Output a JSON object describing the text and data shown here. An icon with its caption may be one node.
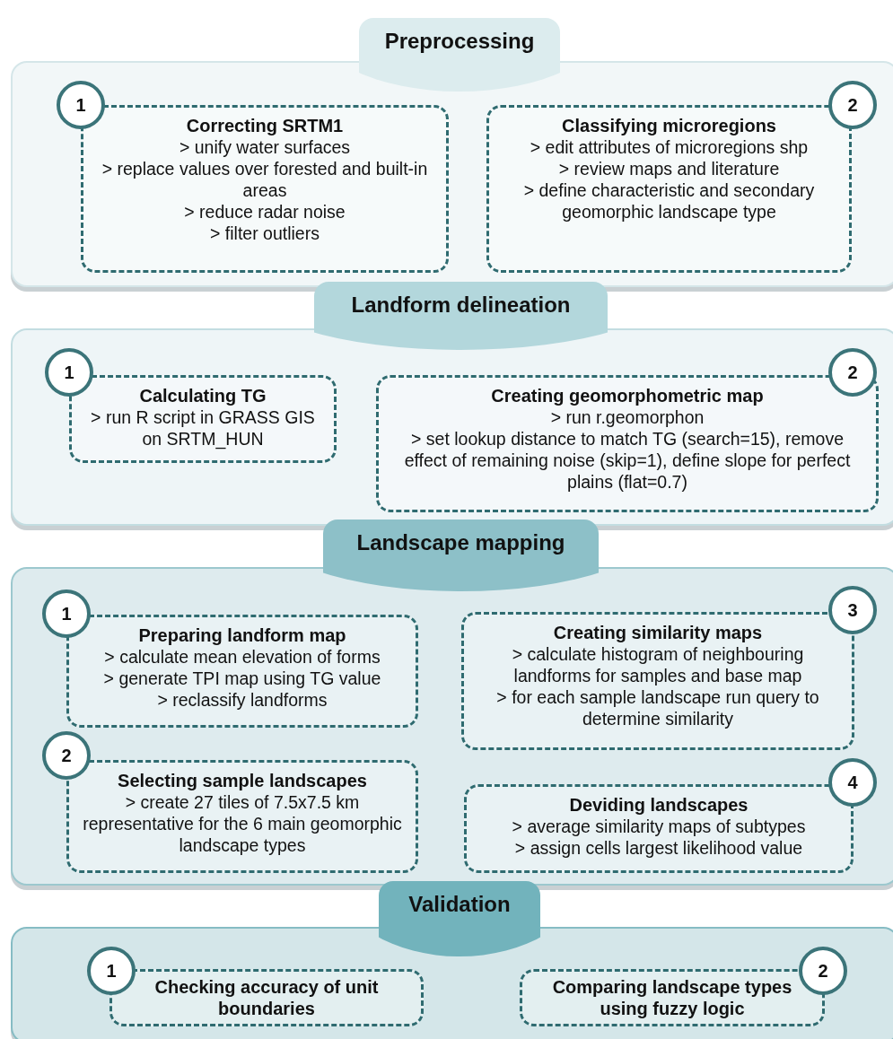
{
  "diagram": {
    "nodes": [
      {
        "text": [
          "Preprocessing"
        ]
      },
      {
        "text": [
          "1"
        ],
        "in": 0
      },
      {
        "text": [
          "Correcting SRTM1",
          "> unify water surfaces",
          "> replace values over forested and built-in areas",
          "> reduce radar noise",
          "> filter outliers"
        ],
        "in": 0
      },
      {
        "text": [
          "2"
        ],
        "in": 0
      },
      {
        "text": [
          "Classifying microregions",
          "> edit attributes of microregions shp",
          "> review maps and literature",
          "> define characteristic and secondary geomorphic landscape type"
        ],
        "in": 0
      },
      {
        "text": [
          "Landform delineation"
        ]
      },
      {
        "text": [
          "1"
        ],
        "in": 5
      },
      {
        "text": [
          "Calculating TG",
          "> run R script in GRASS GIS on SRTM_HUN"
        ],
        "in": 5
      },
      {
        "text": [
          "2"
        ],
        "in": 5
      },
      {
        "text": [
          "Creating geomorphometric map",
          "> run r.geomorphon",
          "> set lookup distance to match TG (search=15), remove effect of remaining noise (skip=1), define slope for perfect plains (flat=0.7)"
        ],
        "in": 5
      },
      {
        "text": [
          "Landscape mapping"
        ]
      },
      {
        "text": [
          "1"
        ],
        "in": 10
      },
      {
        "text": [
          "Preparing landform map",
          "> calculate mean elevation of forms",
          "> generate TPI map using TG value",
          "> reclassify landforms"
        ],
        "in": 10
      },
      {
        "text": [
          "3"
        ],
        "in": 10
      },
      {
        "text": [
          "Creating similarity maps",
          "> calculate histogram of neighbouring landforms for samples and base map",
          "> for each sample landscape run query to determine similarity"
        ],
        "in": 10
      },
      {
        "text": [
          "2"
        ],
        "in": 10
      },
      {
        "text": [
          "Selecting sample landscapes",
          "> create 27 tiles of 7.5x7.5 km representative for the 6 main geomorphic landscape types"
        ],
        "in": 10
      },
      {
        "text": [
          "4"
        ],
        "in": 10
      },
      {
        "text": [
          "Deviding landscapes",
          "> average similarity maps of subtypes",
          "> assign cells largest likelihood value"
        ],
        "in": 10
      },
      {
        "text": [
          "Validation"
        ]
      },
      {
        "text": [
          "1"
        ],
        "in": 19
      },
      {
        "text": [
          "Checking accuracy of unit boundaries"
        ],
        "in": 19
      },
      {
        "text": [
          "2"
        ],
        "in": 19
      },
      {
        "text": [
          "Comparing landscape types using fuzzy logic"
        ],
        "in": 19
      }
    ]
  }
}
